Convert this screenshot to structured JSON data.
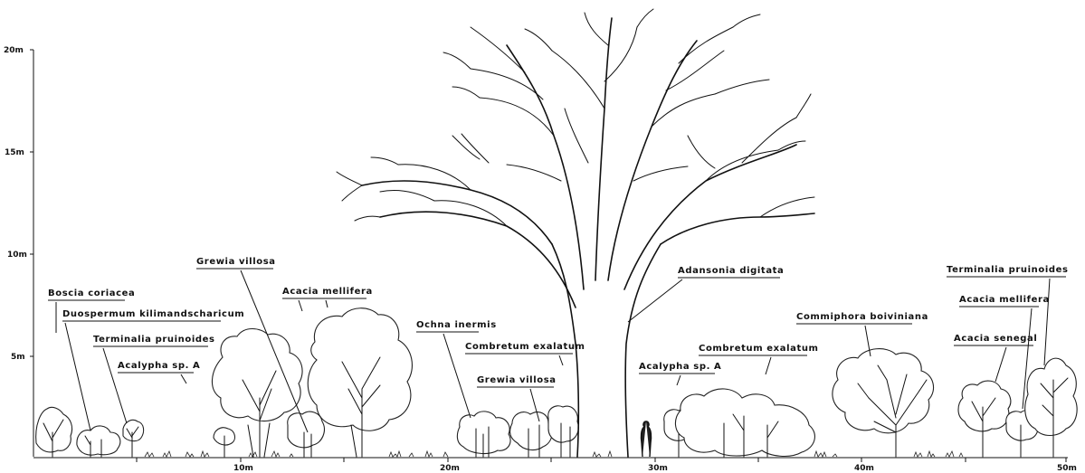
{
  "y_axis": {
    "ticks": [
      {
        "label": "20m",
        "value": 20
      },
      {
        "label": "15m",
        "value": 15
      },
      {
        "label": "10m",
        "value": 10
      },
      {
        "label": "5m",
        "value": 5
      }
    ]
  },
  "x_axis": {
    "ticks": [
      {
        "label": "10m",
        "value": 10
      },
      {
        "label": "20m",
        "value": 20
      },
      {
        "label": "30m",
        "value": 30
      },
      {
        "label": "40m",
        "value": 40
      },
      {
        "label": "50m",
        "value": 50
      }
    ]
  },
  "species_labels": [
    {
      "id": "boscia",
      "text": "Boscia  coriacea"
    },
    {
      "id": "duosp",
      "text": "Duospermum  kilimandscharicum"
    },
    {
      "id": "termL",
      "text": "Terminalia  pruinoides"
    },
    {
      "id": "acalL",
      "text": "Acalypha  sp. A"
    },
    {
      "id": "grewL",
      "text": "Grewia  villosa"
    },
    {
      "id": "acacL",
      "text": "Acacia  mellifera"
    },
    {
      "id": "ochna",
      "text": "Ochna  inermis"
    },
    {
      "id": "combL",
      "text": "Combretum  exalatum"
    },
    {
      "id": "grewM",
      "text": "Grewia  villosa"
    },
    {
      "id": "adans",
      "text": "Adansonia  digitata"
    },
    {
      "id": "acalR",
      "text": "Acalypha  sp. A"
    },
    {
      "id": "combR",
      "text": "Combretum  exalatum"
    },
    {
      "id": "commi",
      "text": "Commiphora  boiviniana"
    },
    {
      "id": "termR",
      "text": "Terminalia  pruinoides"
    },
    {
      "id": "acacR",
      "text": "Acacia  mellifera"
    },
    {
      "id": "seneg",
      "text": "Acacia  senegal"
    }
  ]
}
